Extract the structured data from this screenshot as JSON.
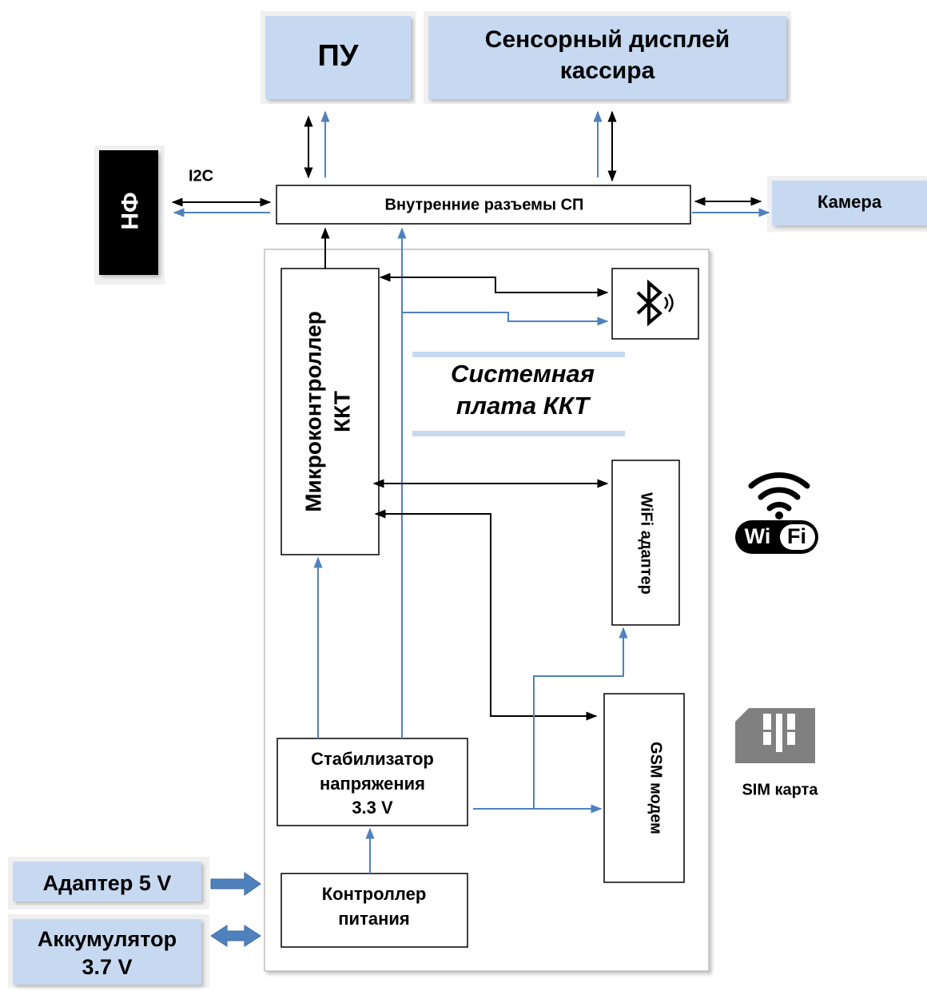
{
  "blocks": {
    "pu": "ПУ",
    "display_line1": "Сенсорный дисплей",
    "display_line2": "кассира",
    "fn": "ФН",
    "connectors": "Внутренние разъемы СП",
    "camera": "Камера",
    "mcu_line1": "Микроконтроллер",
    "mcu_line2": "ККТ",
    "board_line1": "Системная",
    "board_line2": "плата ККТ",
    "wifi_adapter": "WiFi адаптер",
    "gsm_modem": "GSM модем",
    "stabilizer_line1": "Стабилизатор",
    "stabilizer_line2": "напряжения",
    "stabilizer_line3": "3.3 V",
    "power_ctrl_line1": "Контроллер",
    "power_ctrl_line2": "питания",
    "adapter": "Адаптер 5 V",
    "battery_line1": "Аккумулятор",
    "battery_line2": "3.7 V"
  },
  "labels": {
    "i2c": "I2C",
    "sim_card": "SIM карта",
    "wifi_logo_wi": "Wi",
    "wifi_logo_fi": "Fi"
  },
  "icons": [
    "bluetooth-icon",
    "wifi-icon",
    "sim-card-icon"
  ],
  "colors": {
    "block_fill": "#c6d9f1",
    "signal_line": "#000000",
    "power_line": "#4f81bd",
    "fn_fill": "#000000",
    "sim_fill": "#808080"
  }
}
